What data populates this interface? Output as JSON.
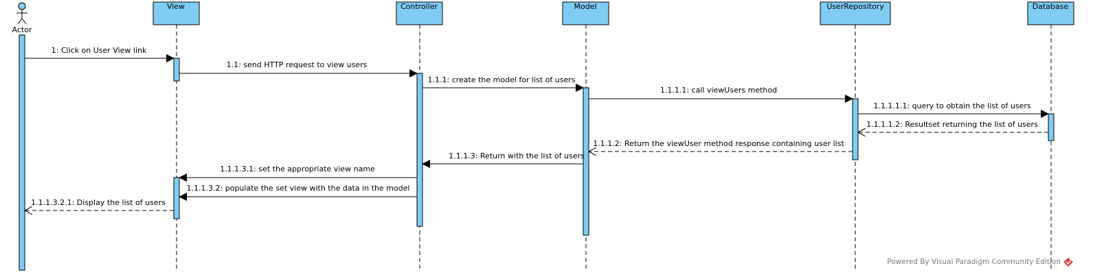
{
  "actor": {
    "name": "Actor"
  },
  "participants": [
    {
      "id": "view",
      "name": "View"
    },
    {
      "id": "controller",
      "name": "Controller"
    },
    {
      "id": "model",
      "name": "Model"
    },
    {
      "id": "userrepo",
      "name": "UserRepository"
    },
    {
      "id": "database",
      "name": "Database"
    }
  ],
  "messages": [
    {
      "id": "m1",
      "label": "1: Click on User View link",
      "type": "sync"
    },
    {
      "id": "m2",
      "label": "1.1: send HTTP request to view users",
      "type": "sync"
    },
    {
      "id": "m3",
      "label": "1.1.1: create the model for list of users",
      "type": "sync"
    },
    {
      "id": "m4",
      "label": "1.1.1.1: call viewUsers method",
      "type": "sync"
    },
    {
      "id": "m5",
      "label": "1.1.1.1.1: query to obtain the list of users",
      "type": "sync"
    },
    {
      "id": "m6",
      "label": "1.1.1.1.2: Resultset returning the list of users",
      "type": "return"
    },
    {
      "id": "m7",
      "label": "1.1.1.2: Return the viewUser method response containing user list",
      "type": "return"
    },
    {
      "id": "m8",
      "label": "1.1.1.3: Return with the list of users",
      "type": "sync"
    },
    {
      "id": "m9",
      "label": "1.1.1.3.1: set the appropriate view name",
      "type": "sync"
    },
    {
      "id": "m10",
      "label": "1.1.1.3.2: populate the set view with the data in the  model",
      "type": "sync"
    },
    {
      "id": "m11",
      "label": "1.1.1.3.2.1: Display the list of users",
      "type": "return"
    }
  ],
  "footer": {
    "text": "Powered By Visual Paradigm Community Edition"
  },
  "colors": {
    "box_fill": "#7fcdf3",
    "activation_fill": "#7fcdf3",
    "line": "#000000",
    "footer_text": "#7a7a7a",
    "logo": "#d64545"
  }
}
